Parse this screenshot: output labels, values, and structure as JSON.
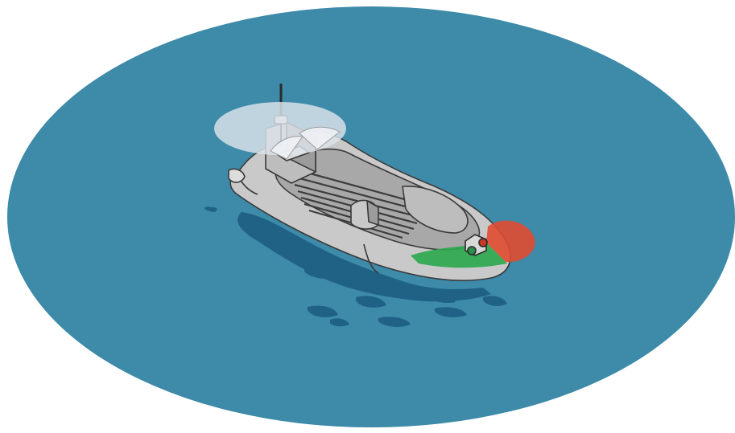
{
  "scene": {
    "description_visible_text": "",
    "colors": {
      "background": "#ffffff",
      "water": "#3d8aa9",
      "water_shadow": "#1f6285",
      "hull": "#c9c9c9",
      "hull_light": "#dcdcdc",
      "hull_dark": "#9c9c9c",
      "outline": "#3a3a3a",
      "deck": "#a8a8a8",
      "deck_slats": "#3c3c3c",
      "anchor_light": "#dde4ec",
      "port_light": "#e04a30",
      "starboard_light": "#2ea84e",
      "console": "#bdbdbd"
    },
    "lights": [
      {
        "name": "all-round-white-light",
        "color": "white"
      },
      {
        "name": "port-sidelight",
        "color": "red"
      },
      {
        "name": "starboard-sidelight",
        "color": "green"
      }
    ]
  }
}
